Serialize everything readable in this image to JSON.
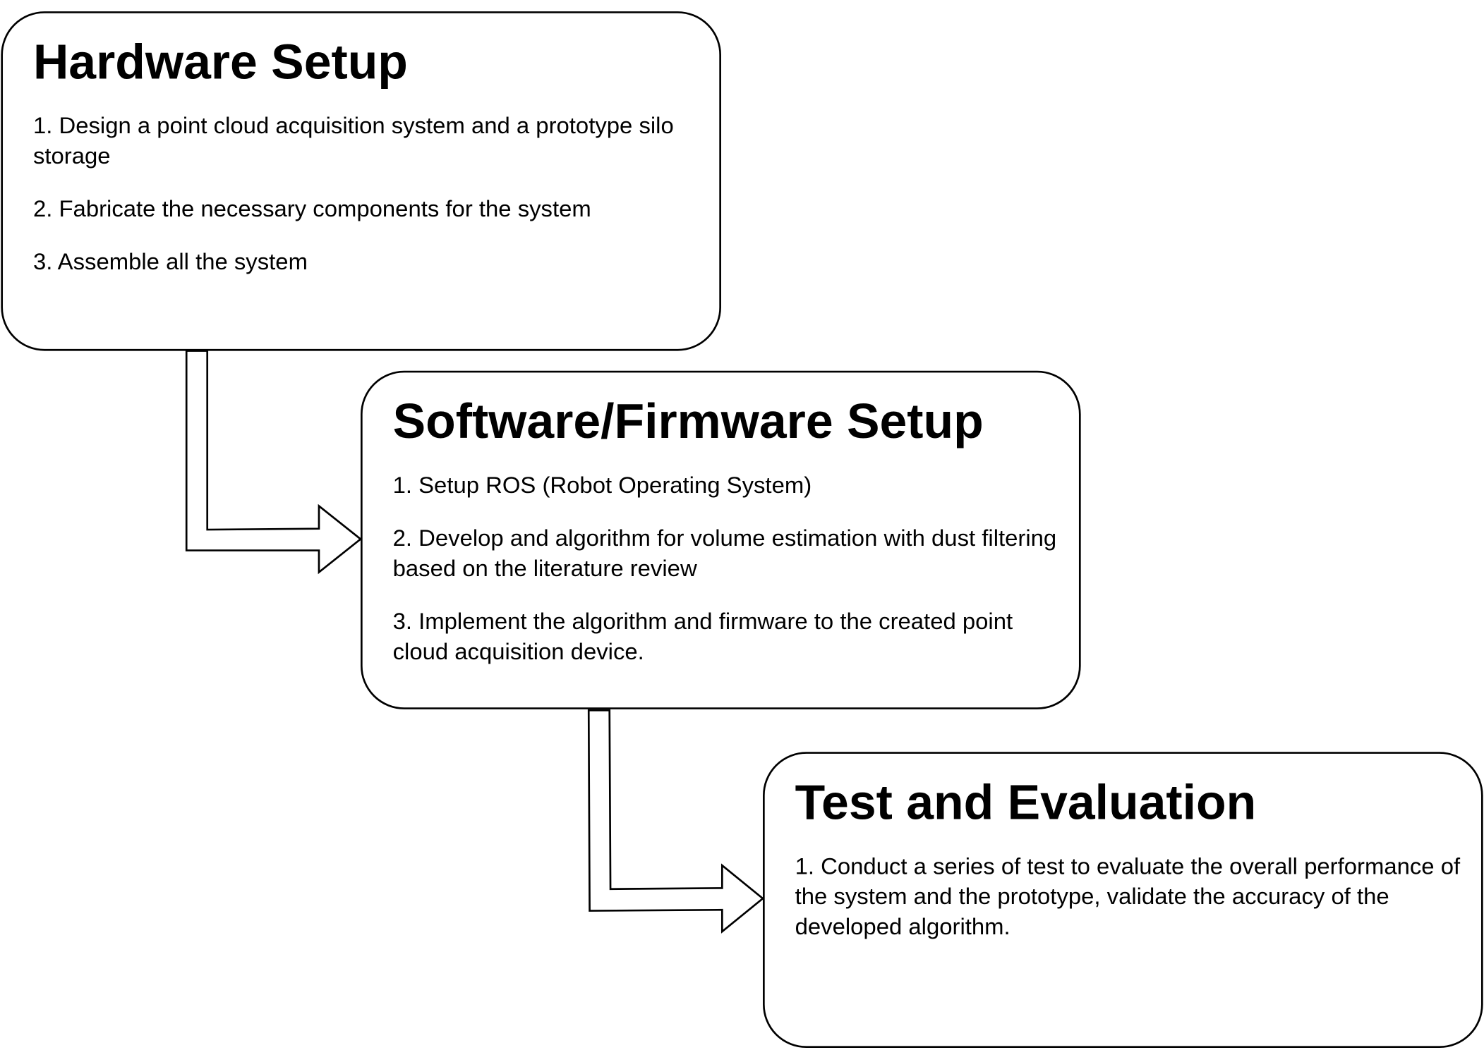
{
  "stages": [
    {
      "title": "Hardware Setup",
      "steps": [
        "1. Design a point cloud acquisition system and a prototype silo storage",
        "2. Fabricate the necessary components for the system",
        "3. Assemble all the system"
      ]
    },
    {
      "title": "Software/Firmware Setup",
      "steps": [
        "1. Setup ROS (Robot Operating System)",
        "2. Develop and algorithm for volume estimation with dust filtering based on the literature review",
        "3. Implement the algorithm and firmware to the created point cloud acquisition device."
      ]
    },
    {
      "title": "Test and Evaluation",
      "steps": [
        "1. Conduct a series of test to evaluate the overall performance of the system and the prototype, validate the accuracy of the developed algorithm."
      ]
    }
  ],
  "colors": {
    "stroke": "#000000",
    "fill": "#ffffff"
  },
  "icons": {
    "connector": "right-angle-hollow-arrow-icon"
  }
}
